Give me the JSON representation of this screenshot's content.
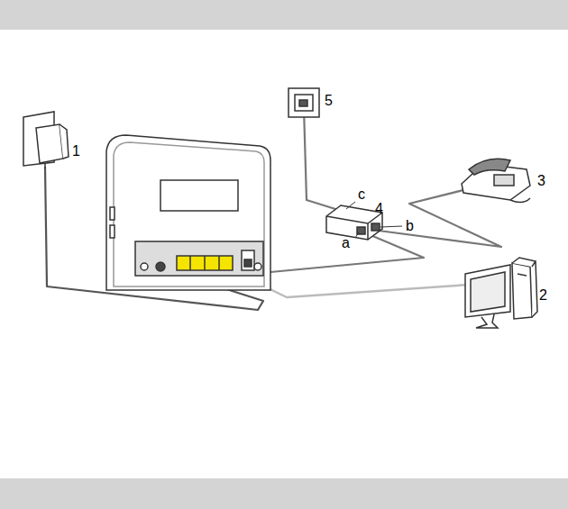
{
  "diagram": {
    "labels": [
      "1",
      "5",
      "c",
      "4",
      "b",
      "3",
      "a",
      "2"
    ]
  }
}
